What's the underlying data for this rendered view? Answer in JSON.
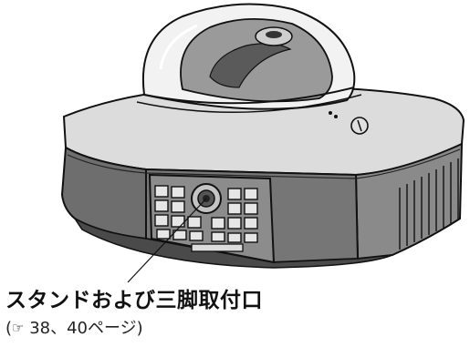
{
  "figure": {
    "subject": "dome network camera bottom view",
    "callout_label": "スタンドおよび三脚取付口",
    "reference": {
      "open_paren": "(",
      "icon_glyph": "☞",
      "pages": " 38、40ページ",
      "close_paren": ")"
    }
  },
  "colors": {
    "body_top": "#dcdcdc",
    "body_front": "#6e6e6e",
    "body_side": "#8a8a8a",
    "dome_fill": "#c8c8c8",
    "outline": "#111111"
  }
}
